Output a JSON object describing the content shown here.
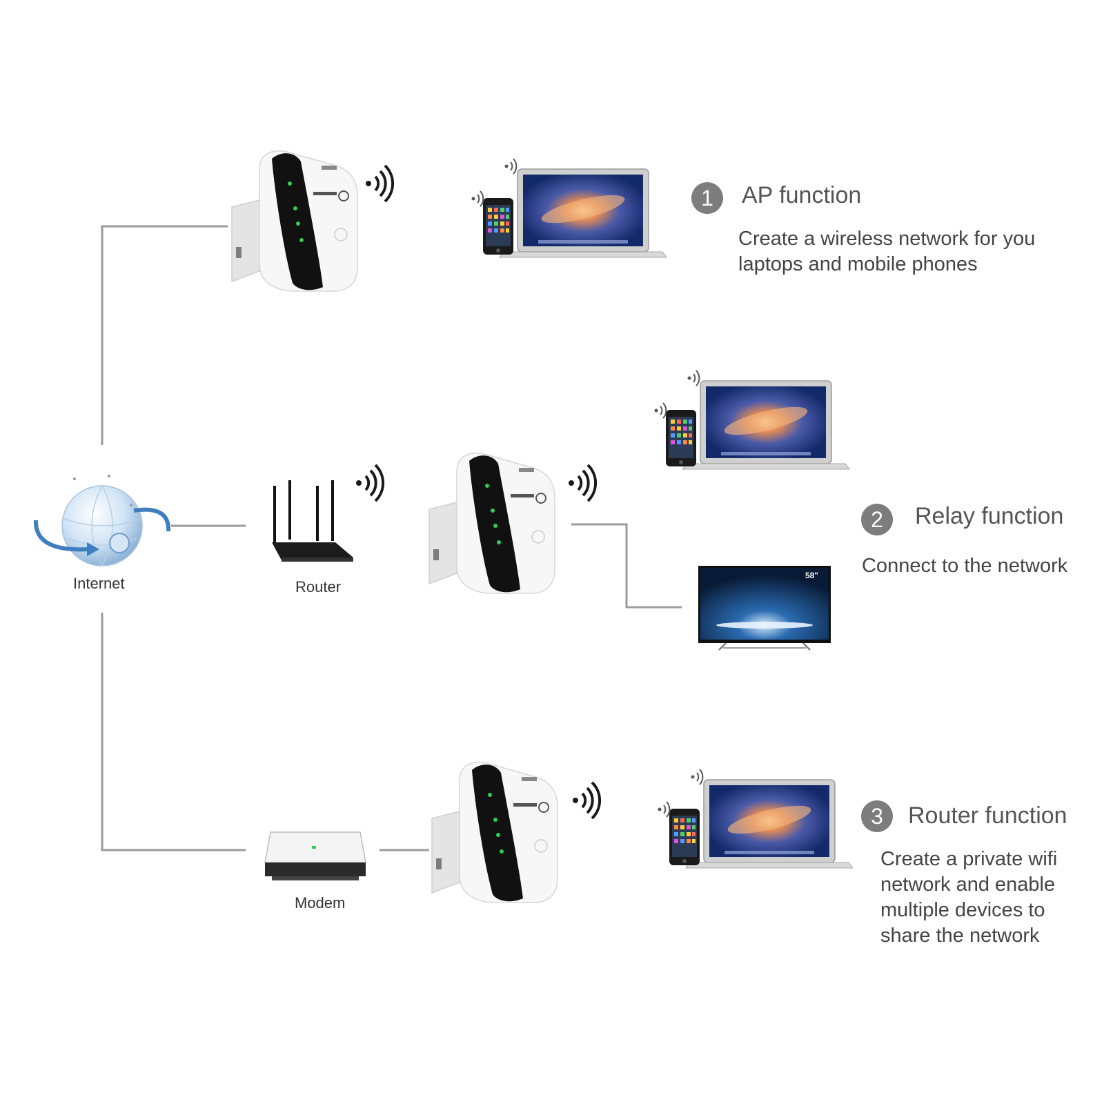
{
  "nodes": {
    "internet": "Internet",
    "router": "Router",
    "modem": "Modem"
  },
  "functions": [
    {
      "number": "1",
      "title": "AP function",
      "lines": [
        "Create a wireless network for you",
        "laptops and mobile phones"
      ]
    },
    {
      "number": "2",
      "title": "Relay function",
      "lines": [
        "Connect to the network"
      ]
    },
    {
      "number": "3",
      "title": "Router function",
      "lines": [
        "Create a private wifi",
        "network and enable",
        "multiple devices to",
        "share the network"
      ]
    }
  ],
  "tv_badge": "58\"",
  "colors": {
    "line": "#9a9a9a",
    "repeater_body": "#f6f6f6",
    "repeater_strip": "#111111",
    "led": "#33cc55",
    "screen": "#2a4a8e"
  },
  "icons": [
    "globe-icon",
    "router-icon",
    "modem-icon",
    "repeater-icon",
    "wifi-signal-icon",
    "laptop-icon",
    "phone-icon",
    "tv-icon"
  ]
}
